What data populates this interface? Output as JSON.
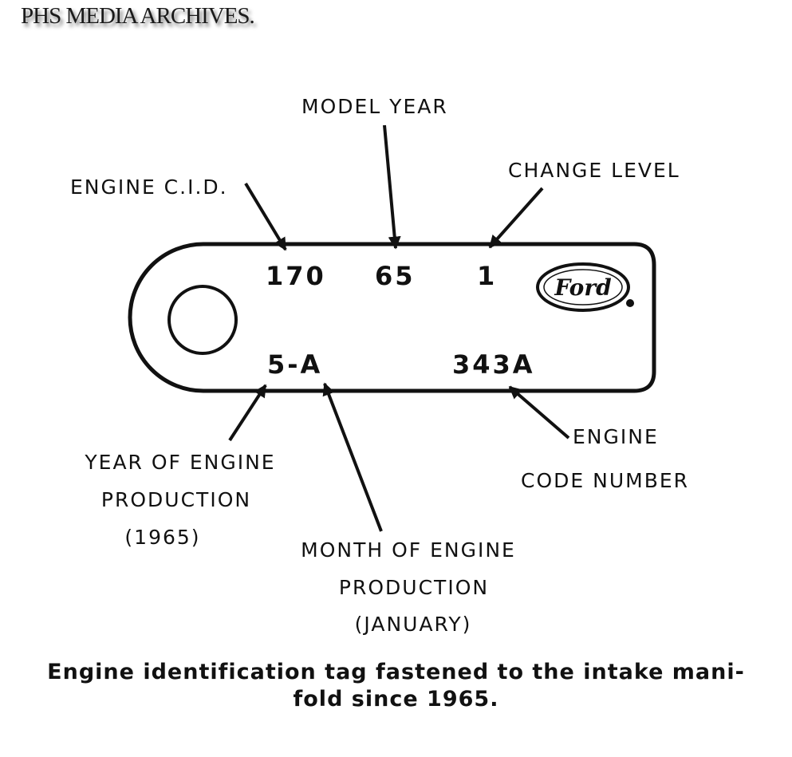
{
  "watermark": "PHS MEDIA ARCHIVES.",
  "labels": {
    "model_year": "MODEL YEAR",
    "engine_cid": "ENGINE C.I.D.",
    "change_level": "CHANGE LEVEL",
    "year_of_engine": [
      "YEAR OF ENGINE",
      "PRODUCTION",
      "(1965)"
    ],
    "month_of_engine": [
      "MONTH OF ENGINE",
      "PRODUCTION",
      "(JANUARY)"
    ],
    "engine_code": [
      "ENGINE",
      "CODE NUMBER"
    ]
  },
  "tag": {
    "cid": "170",
    "model_year": "65",
    "change_level": "1",
    "production_date": "5-A",
    "code_number": "343A",
    "logo": "Ford"
  },
  "caption": [
    "Engine identification tag fastened to the intake mani-",
    "fold since 1965."
  ]
}
